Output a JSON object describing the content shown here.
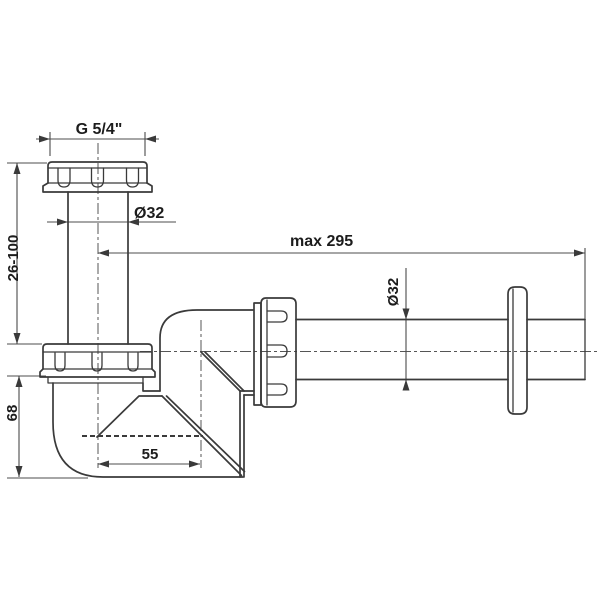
{
  "drawing": {
    "title": "Bottle trap (siphon) dimensioned technical drawing",
    "colors": {
      "background": "#ffffff",
      "line": "#3a3a3a",
      "dimension_line": "#4c4c4c",
      "text": "#1c1c1c"
    },
    "labels": {
      "thread_size": "G 5/4\"",
      "inlet_diameter": "Ø32",
      "max_reach": "max 295",
      "outlet_diameter": "Ø32",
      "adjust_range": "26-100",
      "cup_depth": "68",
      "axis_offset": "55"
    }
  }
}
